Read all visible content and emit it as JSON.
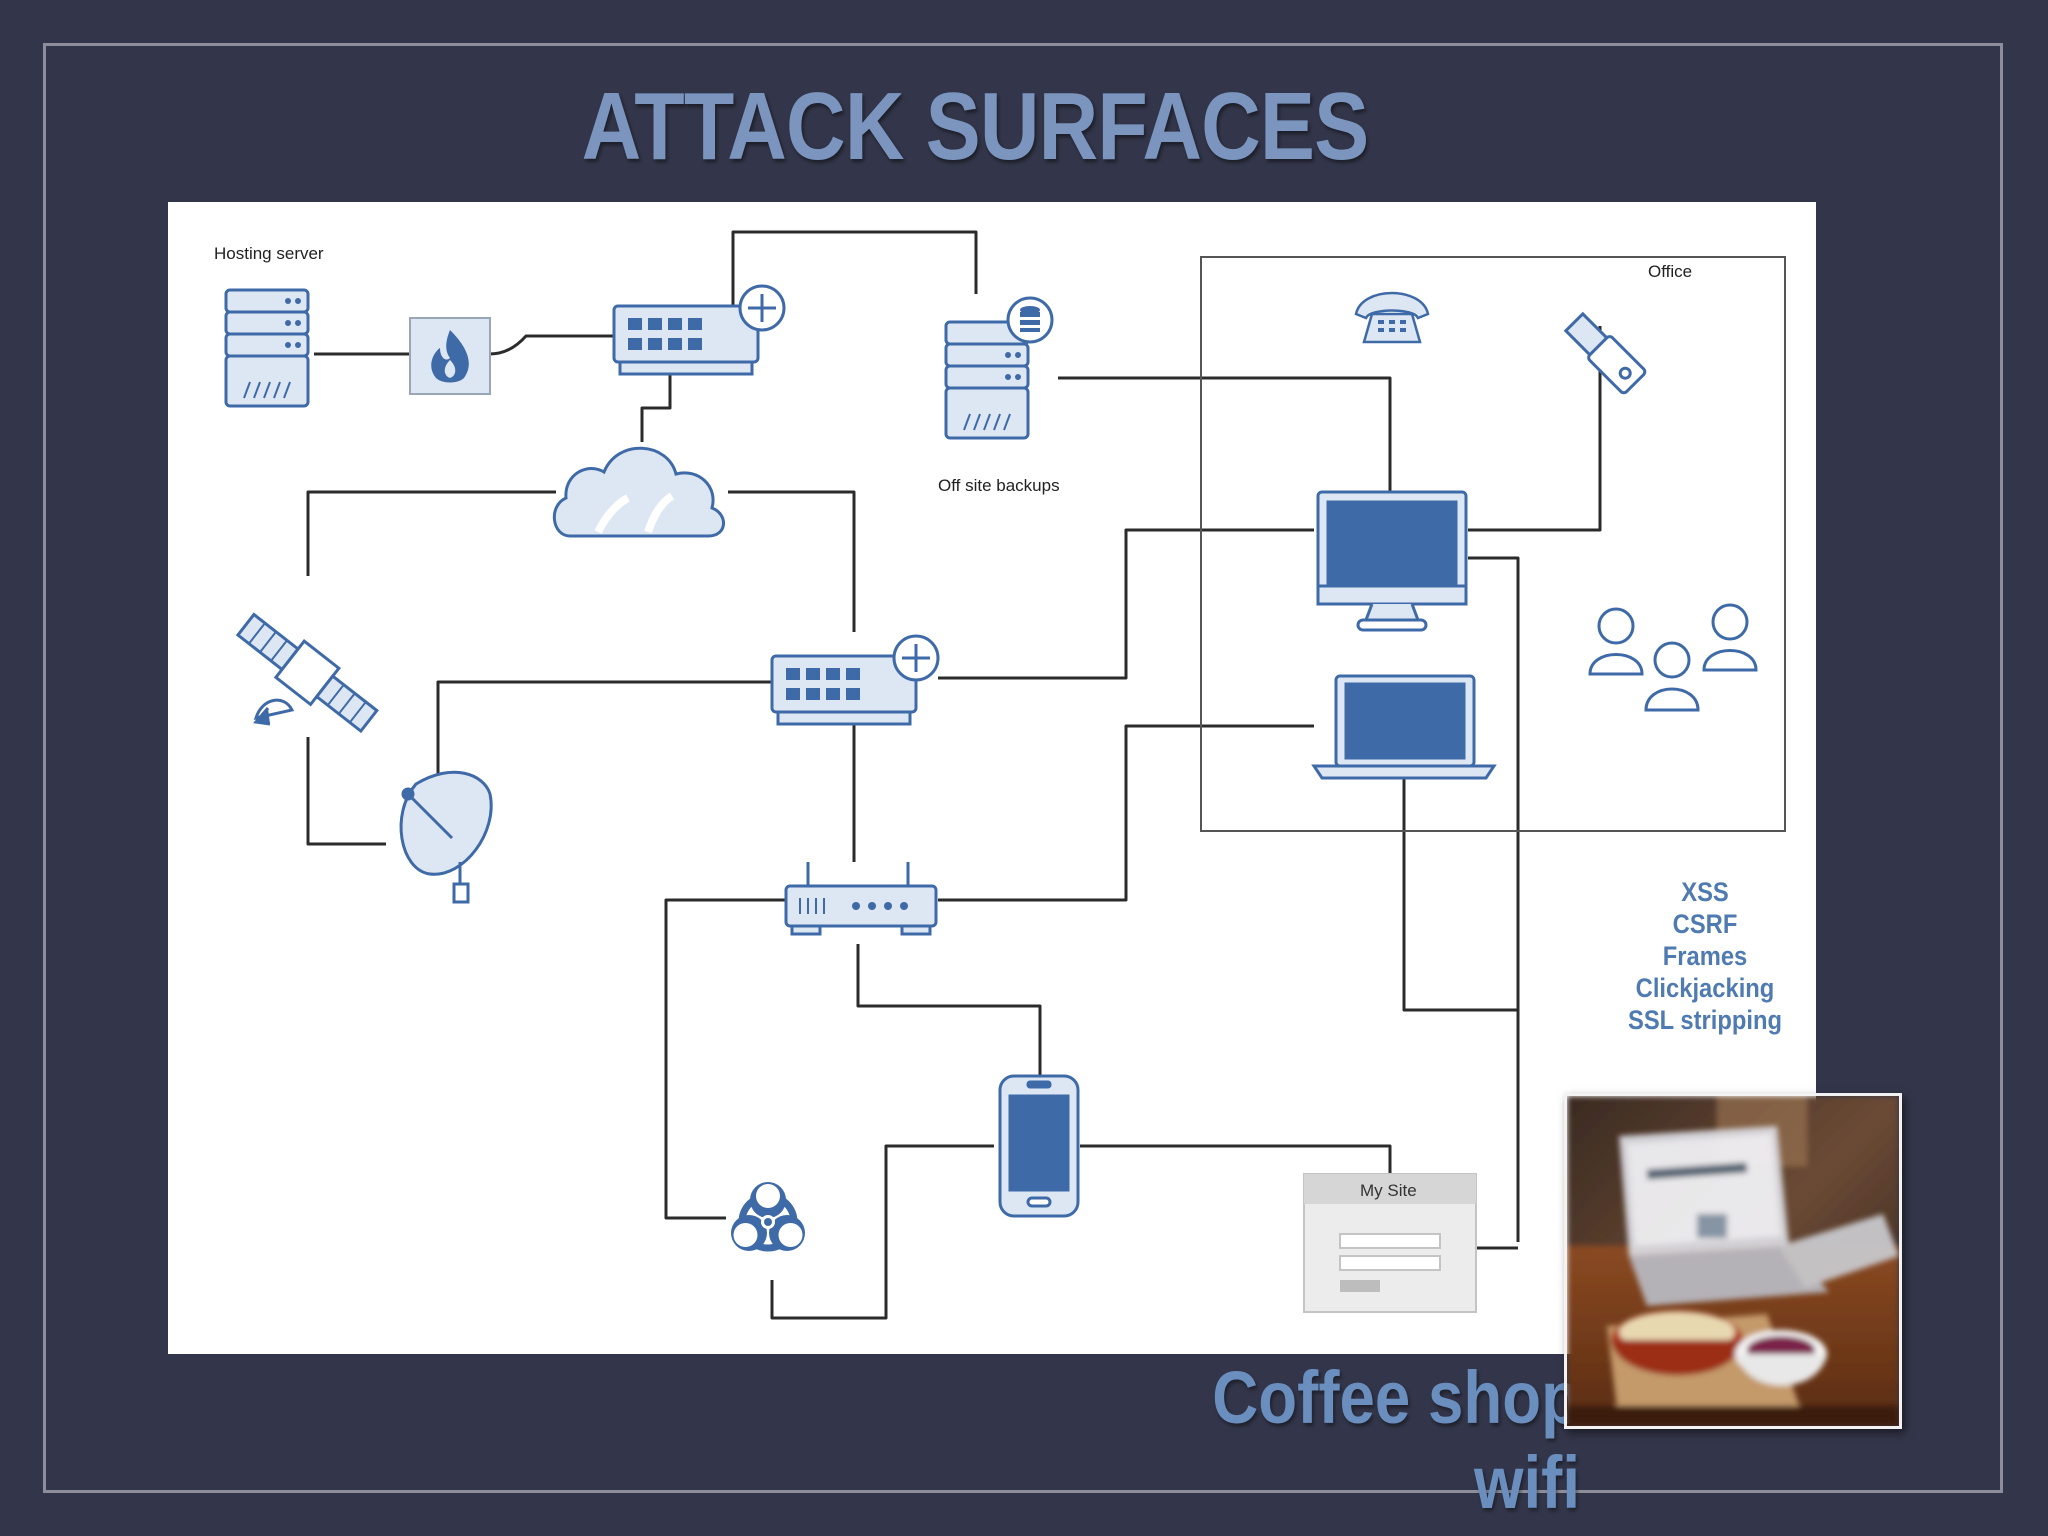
{
  "slide": {
    "title": "ATTACK SURFACES",
    "caption": "Coffee shop wifi"
  },
  "diagram": {
    "labels": {
      "hosting_server": "Hosting server",
      "off_site_backups": "Off site backups",
      "office": "Office",
      "my_site": "My Site"
    },
    "attack_list": [
      "XSS",
      "CSRF",
      "Frames",
      "Clickjacking",
      "SSL stripping"
    ]
  },
  "colors": {
    "background": "#33364a",
    "title": "#7b95be",
    "icon_blue": "#3f6aa8",
    "icon_light": "#dde7f3",
    "attack_text": "#4f7bb0",
    "caption": "#6a8fbe"
  },
  "icons": [
    "server-icon",
    "firewall-icon",
    "switch-icon",
    "database-icon",
    "cloud-icon",
    "satellite-icon",
    "satellite-dish-icon",
    "router-icon",
    "phone-icon",
    "usb-drive-icon",
    "desktop-icon",
    "laptop-icon",
    "users-icon",
    "smartphone-icon",
    "biohazard-icon",
    "website-icon"
  ]
}
